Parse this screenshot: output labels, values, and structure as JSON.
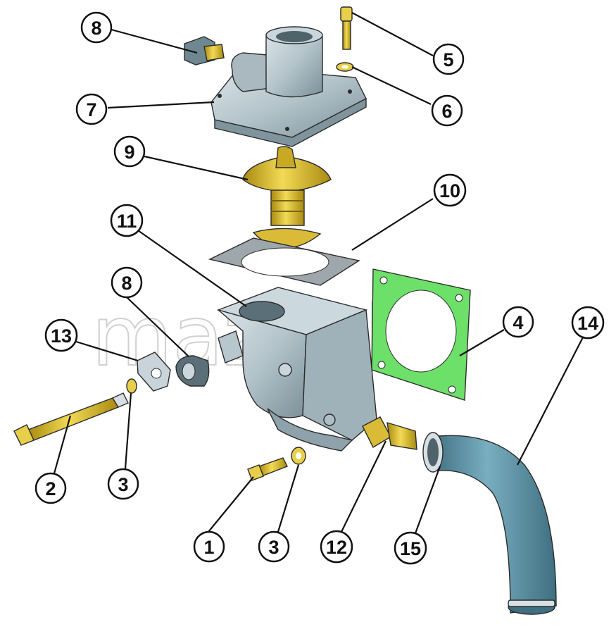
{
  "watermark": "mazik.by",
  "colors": {
    "housing": "#b9c8cf",
    "housing_dark": "#7f949d",
    "brass": "#e0c440",
    "brass_dark": "#a88d18",
    "gasket_green": "#6de06a",
    "gasket_grey": "#9ea7ab",
    "hose": "#5d92a5",
    "hose_dark": "#3f6f80"
  },
  "callouts": [
    {
      "id": "c8a",
      "label": "8"
    },
    {
      "id": "c7",
      "label": "7"
    },
    {
      "id": "c5",
      "label": "5"
    },
    {
      "id": "c6",
      "label": "6"
    },
    {
      "id": "c9",
      "label": "9"
    },
    {
      "id": "c10",
      "label": "10"
    },
    {
      "id": "c11",
      "label": "11"
    },
    {
      "id": "c8b",
      "label": "8"
    },
    {
      "id": "c13",
      "label": "13"
    },
    {
      "id": "c4",
      "label": "4"
    },
    {
      "id": "c14",
      "label": "14"
    },
    {
      "id": "c2",
      "label": "2"
    },
    {
      "id": "c3a",
      "label": "3"
    },
    {
      "id": "c1",
      "label": "1"
    },
    {
      "id": "c3b",
      "label": "3"
    },
    {
      "id": "c12",
      "label": "12"
    },
    {
      "id": "c15",
      "label": "15"
    }
  ]
}
